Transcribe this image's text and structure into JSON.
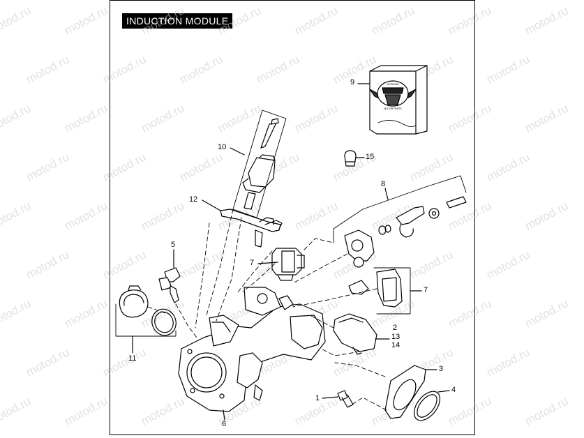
{
  "title": "INDUCTION MODULE",
  "watermark": "motod.ru",
  "callouts": {
    "c1": "1",
    "c2": "2",
    "c3": "3",
    "c4": "4",
    "c5": "5",
    "c6": "6",
    "c7a": "7",
    "c7b": "7",
    "c8": "8",
    "c9": "9",
    "c10": "10",
    "c11": "11",
    "c12": "12",
    "c13": "13",
    "c14": "14",
    "c15": "15"
  },
  "logo": {
    "top_text": "GENUINE",
    "bottom_text": "MOTOR PARTS"
  }
}
